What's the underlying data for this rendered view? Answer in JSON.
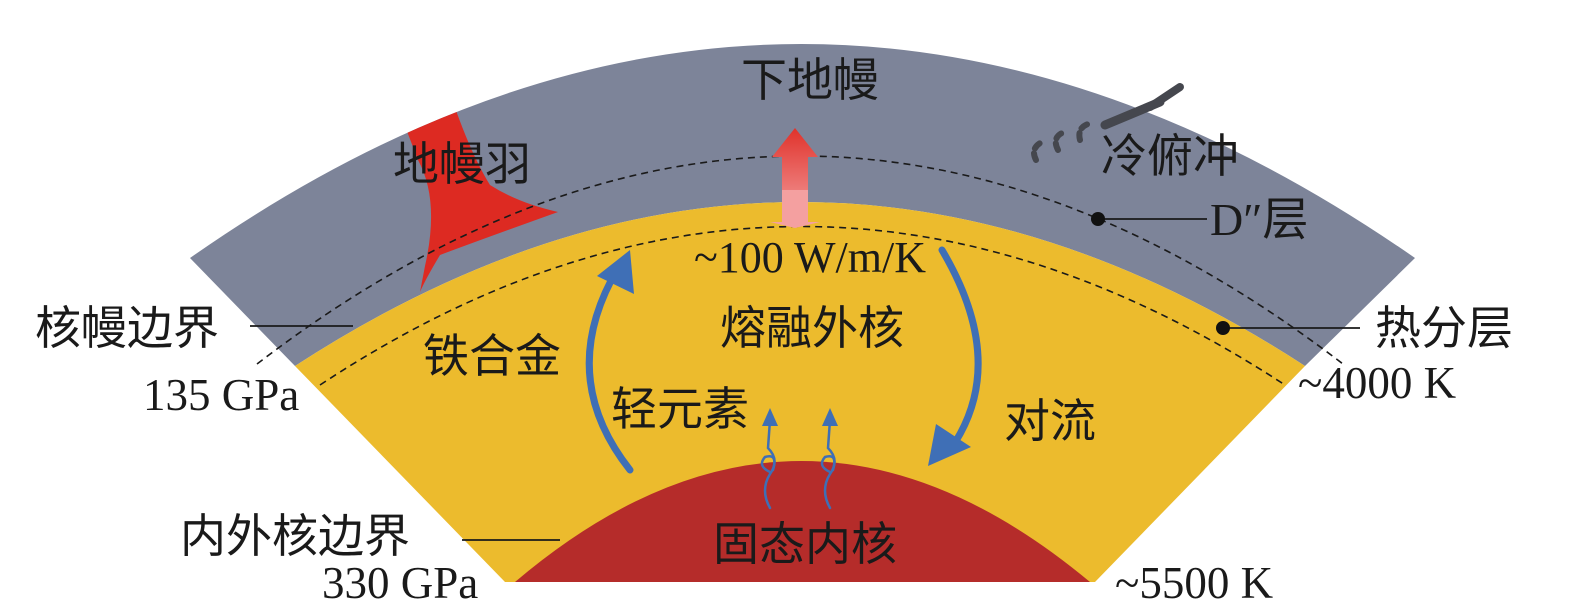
{
  "labels": {
    "lower_mantle": "下地幔",
    "mantle_plume": "地幔羽",
    "cold_subduction": "冷俯冲",
    "d_double_prime": "D″层",
    "cmb": "核幔边界",
    "cmb_pressure": "135 GPa",
    "thermal_stratification": "热分层",
    "cmb_temperature": "~4000 K",
    "conductivity": "~100 W/m/K",
    "molten_outer_core": "熔融外核",
    "iron_alloy": "铁合金",
    "light_elements": "轻元素",
    "convection": "对流",
    "icb": "内外核边界",
    "icb_pressure": "330 GPa",
    "solid_inner_core": "固态内核",
    "icb_temperature": "~5500 K"
  },
  "colors": {
    "mantle": "#7d8499",
    "outer_core": "#ecbb2d",
    "inner_core": "#b52c2a",
    "plume": "#dd2a22",
    "flow_arrow": "#3f6fb6",
    "subduction_slab": "#45474e"
  }
}
